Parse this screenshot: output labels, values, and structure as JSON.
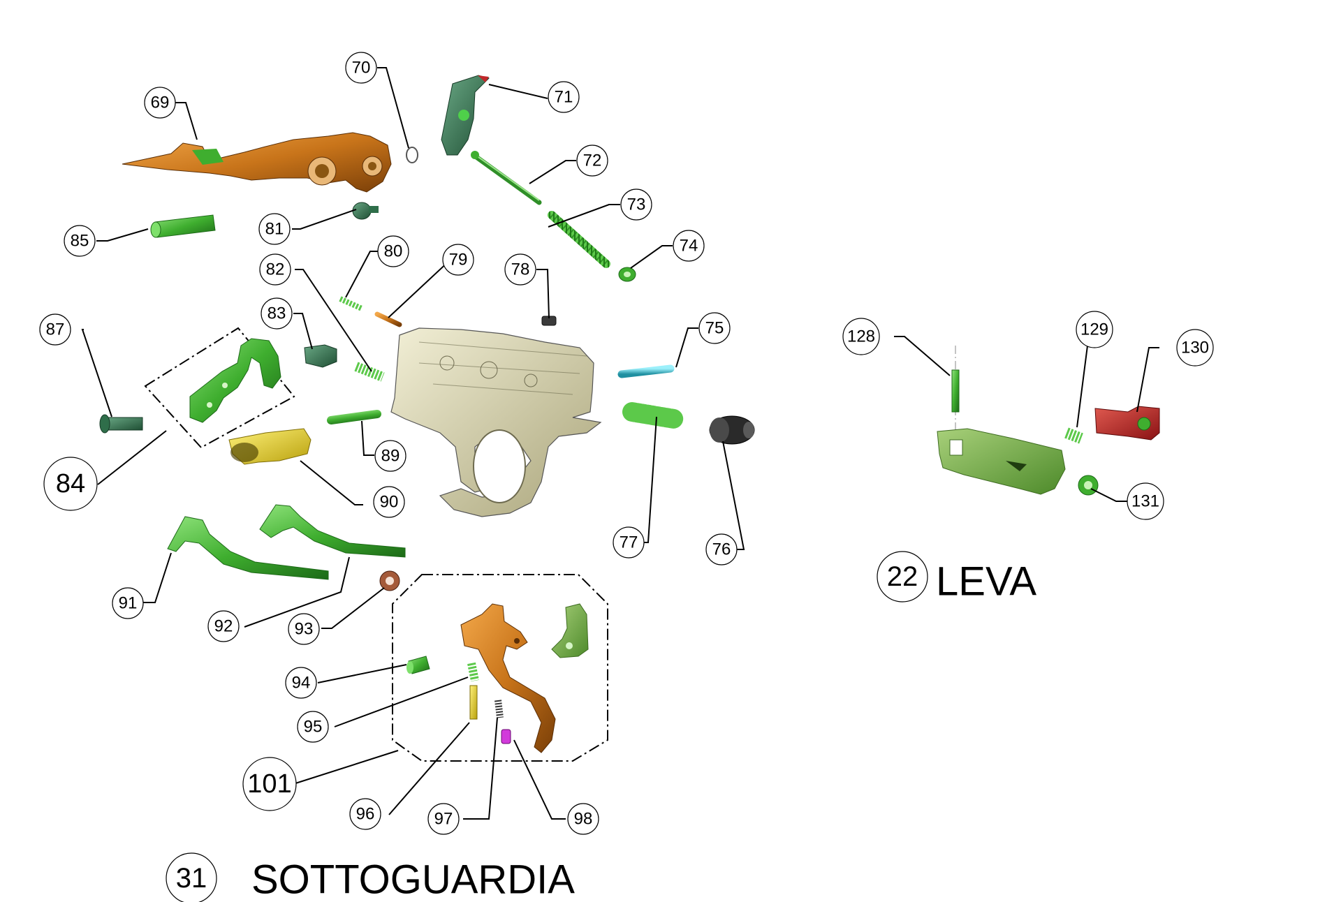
{
  "sections": {
    "sottoguardia": {
      "number": "31",
      "title": "SOTTOGUARDIA"
    },
    "leva": {
      "number": "22",
      "title": "LEVA"
    }
  },
  "callouts": {
    "69": "69",
    "70": "70",
    "71": "71",
    "72": "72",
    "73": "73",
    "74": "74",
    "75": "75",
    "76": "76",
    "77": "77",
    "78": "78",
    "79": "79",
    "80": "80",
    "81": "81",
    "82": "82",
    "83": "83",
    "84": "84",
    "85": "85",
    "87": "87",
    "89": "89",
    "90": "90",
    "91": "91",
    "92": "92",
    "93": "93",
    "94": "94",
    "95": "95",
    "96": "96",
    "97": "97",
    "98": "98",
    "101": "101",
    "128": "128",
    "129": "129",
    "130": "130",
    "131": "131"
  },
  "colors": {
    "orange": "#c8741a",
    "green": "#3fae2f",
    "dark_green": "#2f6e4a",
    "yellow": "#e6d21f",
    "cyan": "#3cc6d8",
    "red": "#c0282a",
    "olive": "#d9d5b0",
    "magenta": "#d23adb",
    "black_part": "#2a2a2a"
  }
}
